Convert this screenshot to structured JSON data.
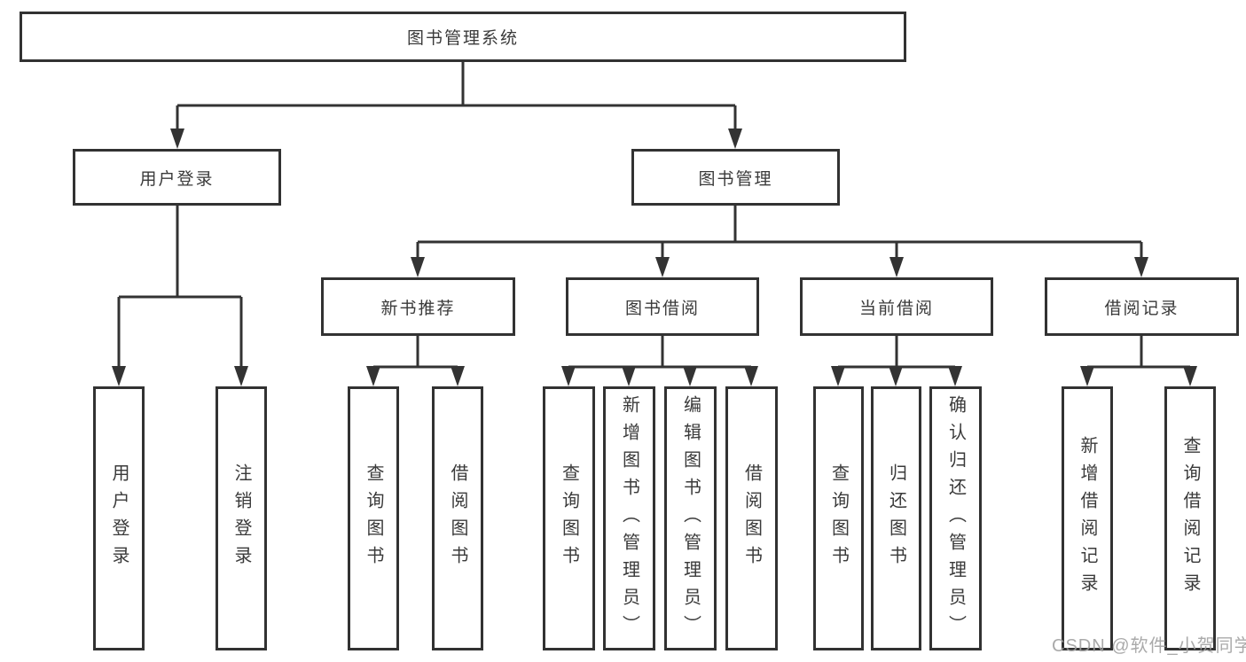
{
  "diagram": {
    "root": {
      "label": "图书管理系统"
    },
    "level2": [
      {
        "label": "用户登录"
      },
      {
        "label": "图书管理"
      }
    ],
    "level3": [
      {
        "label": "新书推荐"
      },
      {
        "label": "图书借阅"
      },
      {
        "label": "当前借阅"
      },
      {
        "label": "借阅记录"
      }
    ],
    "leaves": {
      "user_login": [
        {
          "label": "用户登录"
        },
        {
          "label": "注销登录"
        }
      ],
      "new_book": [
        {
          "label": "查询图书"
        },
        {
          "label": "借阅图书"
        }
      ],
      "book_borrow": [
        {
          "label": "查询图书"
        },
        {
          "label": "新增图书（管理员）"
        },
        {
          "label": "编辑图书（管理员）"
        },
        {
          "label": "借阅图书"
        }
      ],
      "current_borrow": [
        {
          "label": "查询图书"
        },
        {
          "label": "归还图书"
        },
        {
          "label": "确认归还（管理员）"
        }
      ],
      "borrow_records": [
        {
          "label": "新增借阅记录"
        },
        {
          "label": "查询借阅记录"
        }
      ]
    }
  },
  "watermark": {
    "text": "CSDN @软件_小贺同学"
  },
  "colors": {
    "line": "#333333",
    "box_border": "#323232",
    "text": "#3a3a3a",
    "watermark": "#9e9e9e",
    "background": "#ffffff"
  }
}
